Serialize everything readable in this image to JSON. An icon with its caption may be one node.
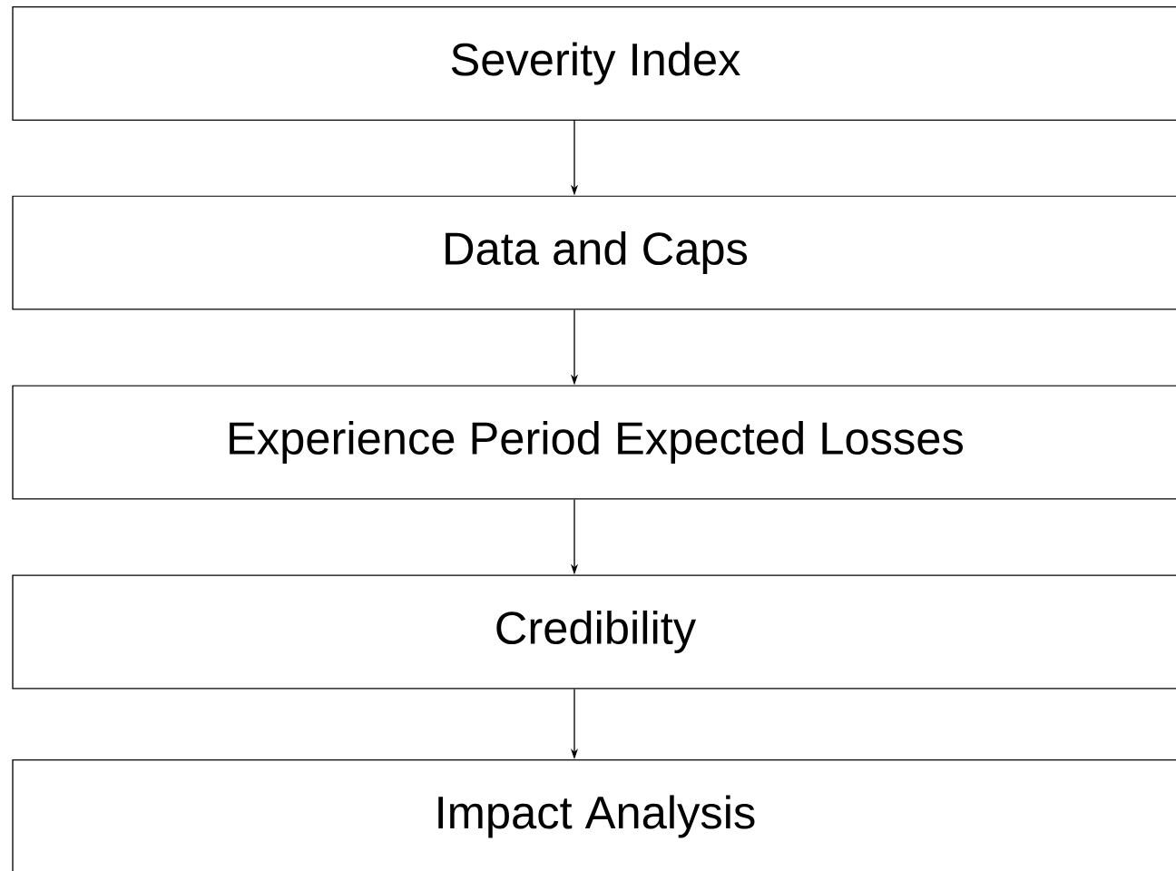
{
  "diagram": {
    "nodes": [
      {
        "text": [
          "Severity Index"
        ]
      },
      {
        "text": [
          "Data and Caps"
        ]
      },
      {
        "text": [
          "Experience Period Expected Losses"
        ]
      },
      {
        "text": [
          "Credibility"
        ]
      },
      {
        "text": [
          "Impact Analysis"
        ]
      }
    ],
    "edges": [
      {
        "from": 0,
        "to": 1,
        "arrow": "to"
      },
      {
        "from": 1,
        "to": 2,
        "arrow": "to"
      },
      {
        "from": 2,
        "to": 3,
        "arrow": "to"
      },
      {
        "from": 3,
        "to": 4,
        "arrow": "to"
      }
    ]
  }
}
